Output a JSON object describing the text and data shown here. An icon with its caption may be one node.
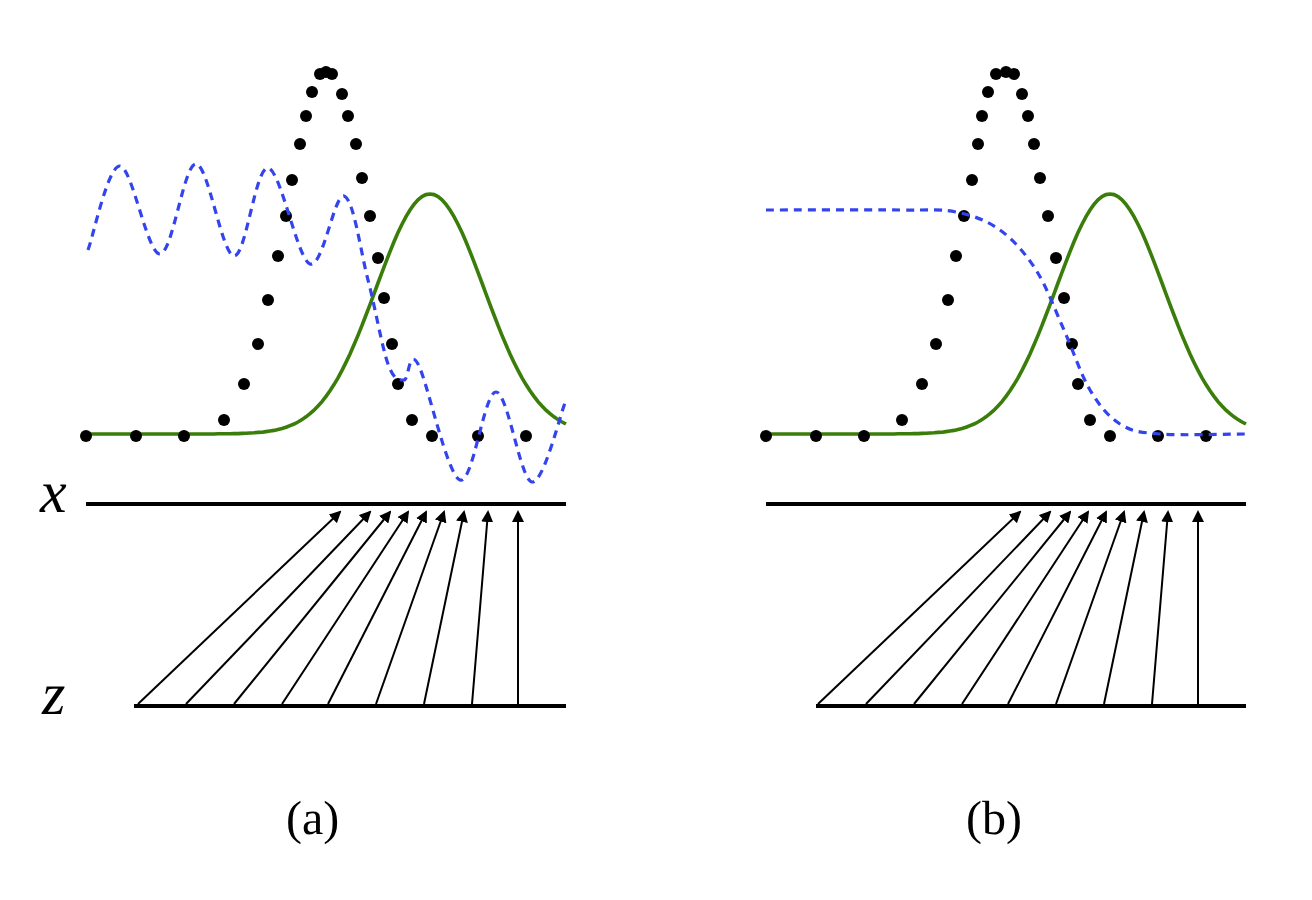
{
  "diagram": {
    "labels": [
      "x",
      "z",
      "(a)",
      "(b)"
    ]
  }
}
